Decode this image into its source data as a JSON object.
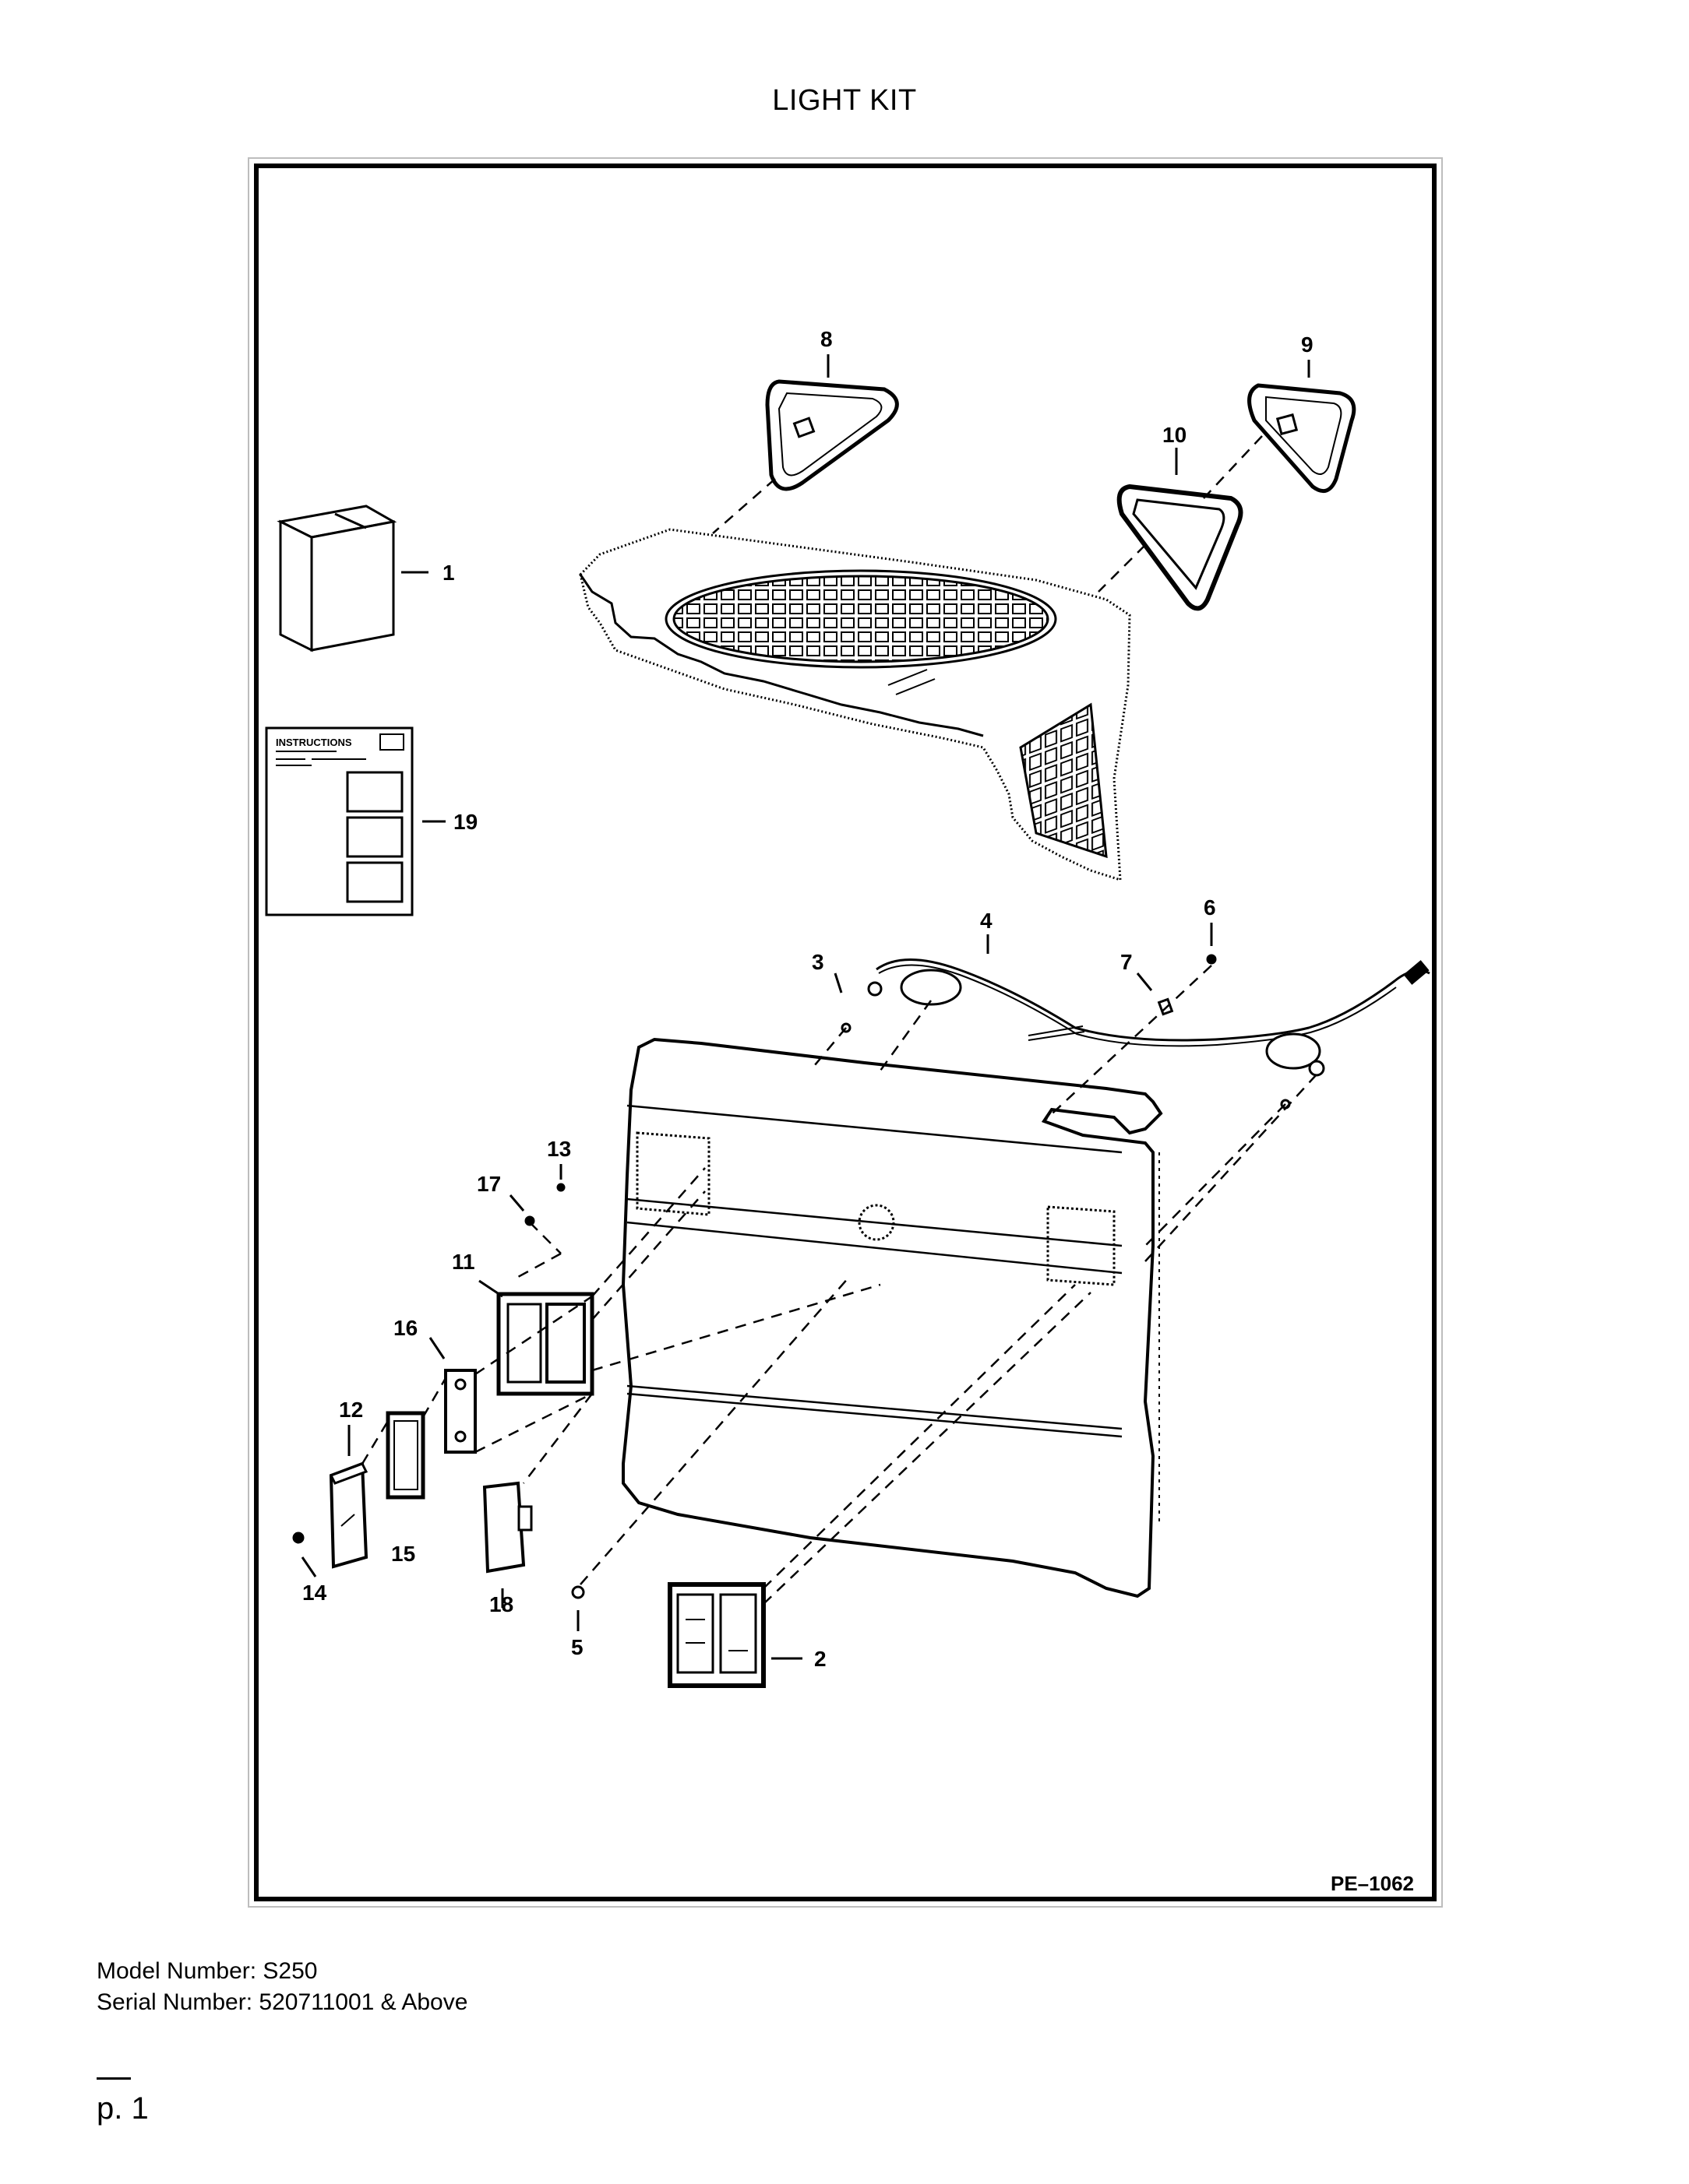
{
  "page": {
    "title": "LIGHT KIT",
    "plate_number": "PE–1062",
    "instructions_label": "INSTRUCTIONS",
    "model_line": "Model Number: S250",
    "serial_line": "Serial Number: 520711001 & Above",
    "page_number": "p. 1"
  },
  "callouts": [
    "1",
    "2",
    "3",
    "4",
    "5",
    "6",
    "7",
    "8",
    "9",
    "10",
    "11",
    "12",
    "13",
    "14",
    "15",
    "16",
    "17",
    "18",
    "19"
  ]
}
